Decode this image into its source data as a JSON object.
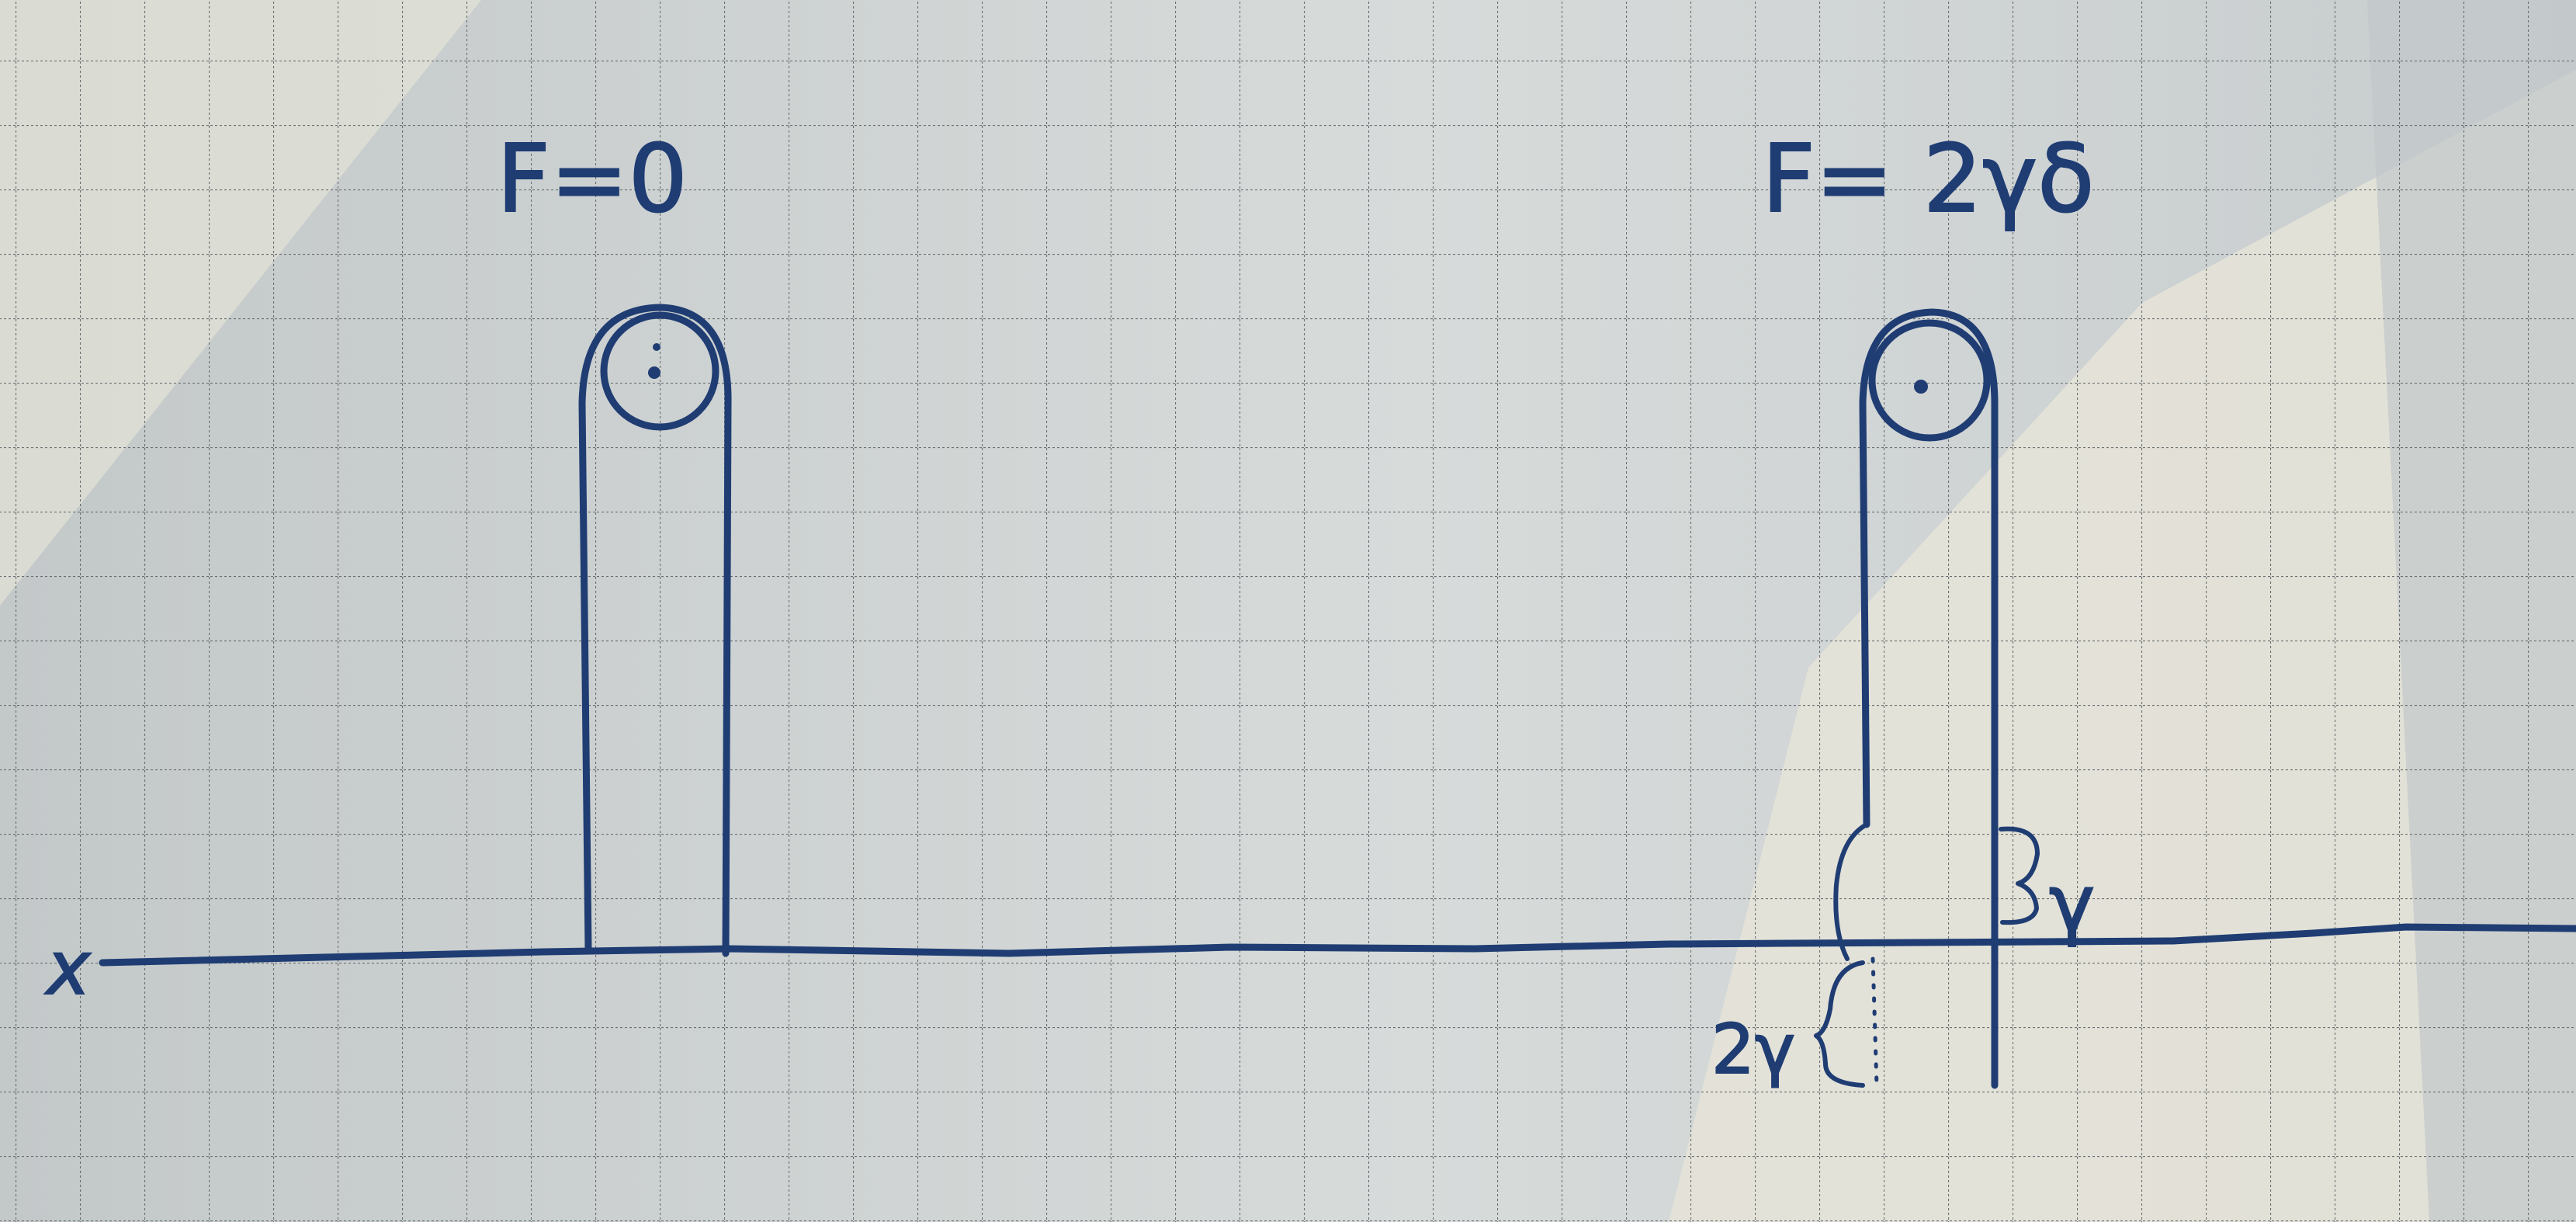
{
  "diagram": {
    "left_case": {
      "force_label": "F=0"
    },
    "right_case": {
      "force_label": "F= 2γδ",
      "upper_gap_label": "γ",
      "lower_gap_label": "2γ"
    },
    "axis_label": "x"
  },
  "colors": {
    "ink": "#1f3d73",
    "paper": "#dde1df",
    "grid": "#5e6468",
    "shadow": "#aab2b6",
    "sunlit": "#e6e4d8"
  }
}
